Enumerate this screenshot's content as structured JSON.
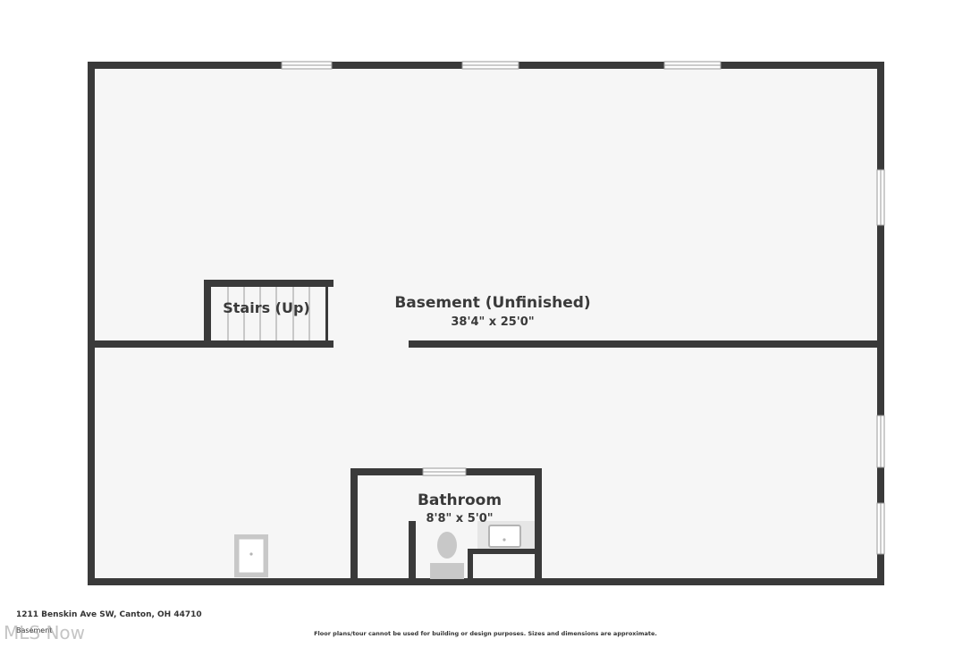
{
  "rooms": {
    "basement": {
      "name": "Basement (Unfinished)",
      "dimensions": "38'4\" x 25'0\""
    },
    "stairs": {
      "name": "Stairs (Up)"
    },
    "bathroom": {
      "name": "Bathroom",
      "dimensions": "8'8\" x 5'0\""
    }
  },
  "footer": {
    "address": "1211 Benskin Ave SW, Canton, OH 44710",
    "level": "Basement",
    "disclaimer": "Floor plans/tour cannot be used for building or design purposes. Sizes and dimensions are approximate."
  },
  "watermark": "MLS Now",
  "colors": {
    "wall": "#3a3a3a",
    "floor": "#f6f6f6",
    "fixture": "#c8c8c8",
    "fixture_dark": "#b4b4b4"
  }
}
